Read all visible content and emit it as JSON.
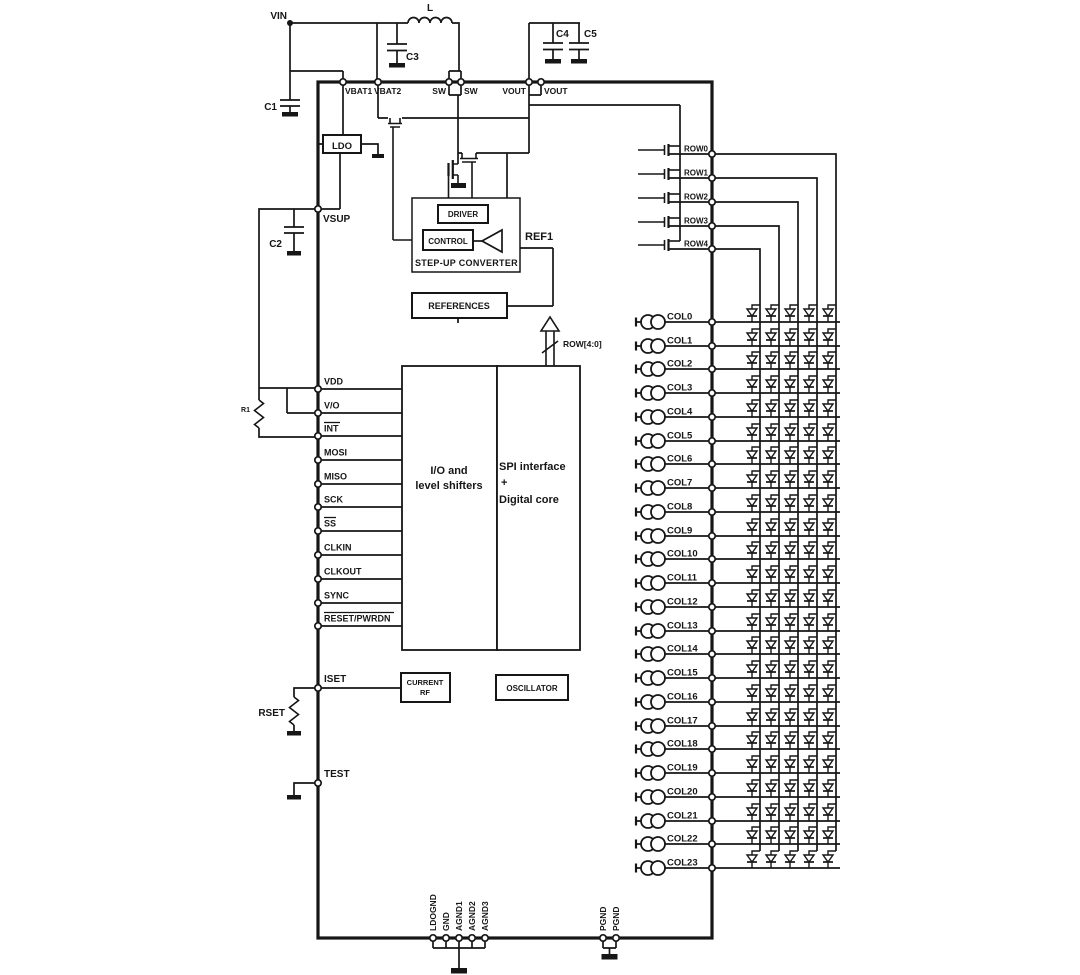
{
  "labels": {
    "vin": "VIN",
    "inductor": "L",
    "c1": "C1",
    "c2": "C2",
    "c3": "C3",
    "c4": "C4",
    "c5": "C5",
    "ldo": "LDO",
    "vsup": "VSUP",
    "r1": "R1",
    "driver": "DRIVER",
    "control": "CONTROL",
    "step_up_converter": "STEP-UP CONVERTER",
    "references": "REFERENCES",
    "ref1": "REF1",
    "row_bus": "ROW[4:0]",
    "io_block_line1": "I/O and",
    "io_block_line2": "level shifters",
    "spi_block_line1": "SPI interface",
    "spi_block_line2": "+",
    "spi_block_line3": "Digital core",
    "current_ref_line1": "CURRENT",
    "current_ref_line2": "RF",
    "oscillator": "OSCILLATOR",
    "iset": "ISET",
    "rset": "RSET",
    "test": "TEST"
  },
  "pins": {
    "top": [
      "VBAT1",
      "VBAT2",
      "SW",
      "SW",
      "VOUT",
      "VOUT"
    ],
    "left": [
      {
        "label": "VDD",
        "overline": false
      },
      {
        "label": "V/O",
        "overline": false
      },
      {
        "label": "INT",
        "overline": true
      },
      {
        "label": "MOSI",
        "overline": false
      },
      {
        "label": "MISO",
        "overline": false
      },
      {
        "label": "SCK",
        "overline": false
      },
      {
        "label": "SS",
        "overline": true
      },
      {
        "label": "CLKIN",
        "overline": false
      },
      {
        "label": "CLKOUT",
        "overline": false
      },
      {
        "label": "SYNC",
        "overline": false
      },
      {
        "label": "RESET/PWRDN",
        "overline": true
      }
    ],
    "rows": [
      "ROW0",
      "ROW1",
      "ROW2",
      "ROW3",
      "ROW4"
    ],
    "cols": [
      "COL0",
      "COL1",
      "COL2",
      "COL3",
      "COL4",
      "COL5",
      "COL6",
      "COL7",
      "COL8",
      "COL9",
      "COL10",
      "COL11",
      "COL12",
      "COL13",
      "COL14",
      "COL15",
      "COL16",
      "COL17",
      "COL18",
      "COL19",
      "COL20",
      "COL21",
      "COL22",
      "COL23"
    ],
    "bottom_gnd": [
      "LDOGND",
      "GND",
      "AGND1",
      "AGND2",
      "AGND3"
    ],
    "bottom_pgnd": [
      "PGND",
      "PGND"
    ]
  },
  "matrix": {
    "row_count": 5,
    "col_count": 24,
    "led_count": 120
  },
  "colors": {
    "ink": "#161616",
    "paper": "#ffffff"
  }
}
